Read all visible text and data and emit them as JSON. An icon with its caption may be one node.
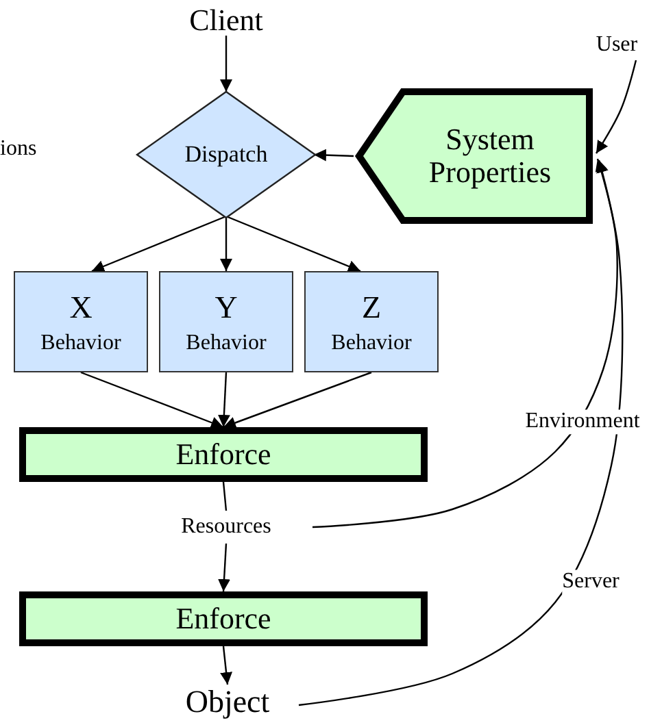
{
  "diagram": {
    "nodes": [
      {
        "text": [
          "Client"
        ]
      },
      {
        "text": [
          "Dispatch"
        ]
      },
      {
        "text": [
          "System Properties"
        ]
      },
      {
        "text": [
          "User"
        ]
      },
      {
        "text": [
          "X",
          "Behavior"
        ]
      },
      {
        "text": [
          "Y",
          "Behavior"
        ]
      },
      {
        "text": [
          "Z",
          "Behavior"
        ]
      },
      {
        "text": [
          "Enforce"
        ]
      },
      {
        "text": [
          "Resources"
        ]
      },
      {
        "text": [
          "Enforce"
        ]
      },
      {
        "text": [
          "Object"
        ]
      }
    ],
    "edges": [
      {
        "from": 0,
        "to": 1,
        "arrow": "to"
      },
      {
        "from": 2,
        "to": 1,
        "arrow": "to"
      },
      {
        "from": 1,
        "to": 4,
        "arrow": "to"
      },
      {
        "from": 1,
        "to": 5,
        "arrow": "to"
      },
      {
        "from": 1,
        "to": 6,
        "arrow": "to"
      },
      {
        "from": 4,
        "to": 7,
        "arrow": "to"
      },
      {
        "from": 5,
        "to": 7,
        "arrow": "to"
      },
      {
        "from": 6,
        "to": 7,
        "arrow": "to"
      },
      {
        "from": 7,
        "to": 8,
        "arrow": "none"
      },
      {
        "from": 8,
        "to": 9,
        "arrow": "to"
      },
      {
        "from": 9,
        "to": 10,
        "arrow": "to"
      },
      {
        "from": 3,
        "to": 2,
        "arrow": "to"
      },
      {
        "from": 8,
        "to": 2,
        "label": "Environment",
        "arrow": "to"
      },
      {
        "from": 10,
        "to": 2,
        "label": "Server",
        "arrow": "to"
      }
    ],
    "labels": [
      "ions"
    ]
  }
}
